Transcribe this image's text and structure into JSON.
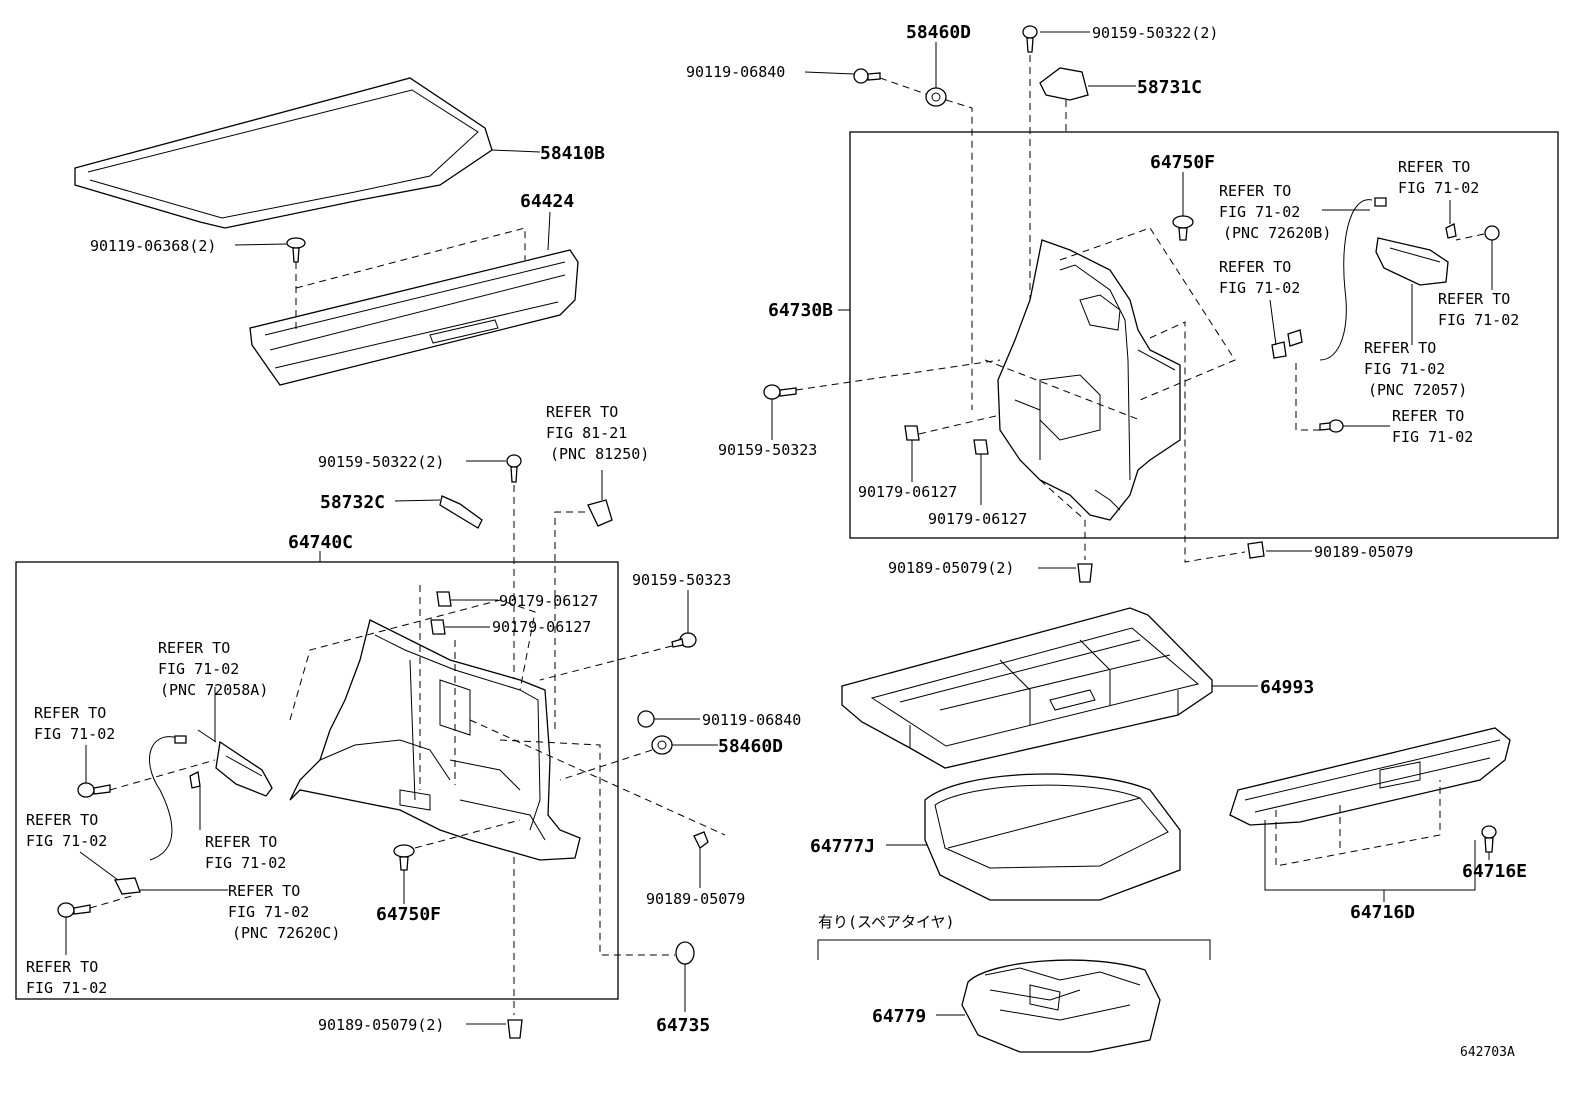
{
  "figure_id": "642703A",
  "labels": {
    "p58410B": "58410B",
    "p64424": "64424",
    "p90119_06368": "90119-06368(2)",
    "p64740C": "64740C",
    "p58732C": "58732C",
    "p90159_50322_a": "90159-50322(2)",
    "p90179_06127_a": "90179-06127",
    "p90179_06127_b": "90179-06127",
    "p90159_50323_a": "90159-50323",
    "p90119_06840_a": "90119-06840",
    "p58460D_a": "58460D",
    "p90189_05079_a": "90189-05079",
    "p64750F_a": "64750F",
    "p64735": "64735",
    "p90189_05079_2a": "90189-05079(2)",
    "p58460D_b": "58460D",
    "p90159_50322_b": "90159-50322(2)",
    "p90119_06840_b": "90119-06840",
    "p58731C": "58731C",
    "p64750F_b": "64750F",
    "p64730B": "64730B",
    "p90159_50323_b": "90159-50323",
    "p90179_06127_c": "90179-06127",
    "p90179_06127_d": "90179-06127",
    "p90189_05079_2b": "90189-05079(2)",
    "p90189_05079_b": "90189-05079",
    "p64993": "64993",
    "p64777J": "64777J",
    "p64716E": "64716E",
    "p64716D": "64716D",
    "p64779": "64779",
    "spare_note": "有り(スペアタイヤ)"
  },
  "refs": {
    "r1": [
      "REFER TO",
      "FIG 81-21",
      "(PNC 81250)"
    ],
    "r2": [
      "REFER TO",
      "FIG 71-02",
      "(PNC 72058A)"
    ],
    "r3": [
      "REFER TO",
      "FIG 71-02"
    ],
    "r4": [
      "REFER TO",
      "FIG 71-02"
    ],
    "r5": [
      "REFER TO",
      "FIG 71-02"
    ],
    "r6": [
      "REFER TO",
      "FIG 71-02",
      "(PNC 72620C)"
    ],
    "r7": [
      "REFER TO",
      "FIG 71-02"
    ],
    "r8": [
      "REFER TO",
      "FIG 71-02",
      "(PNC 72620B)"
    ],
    "r9": [
      "REFER TO",
      "FIG 71-02"
    ],
    "r10": [
      "REFER TO",
      "FIG 71-02"
    ],
    "r11": [
      "REFER TO",
      "FIG 71-02"
    ],
    "r12": [
      "REFER TO",
      "FIG 71-02",
      "(PNC 72057)"
    ],
    "r13": [
      "REFER TO",
      "FIG 71-02"
    ]
  }
}
